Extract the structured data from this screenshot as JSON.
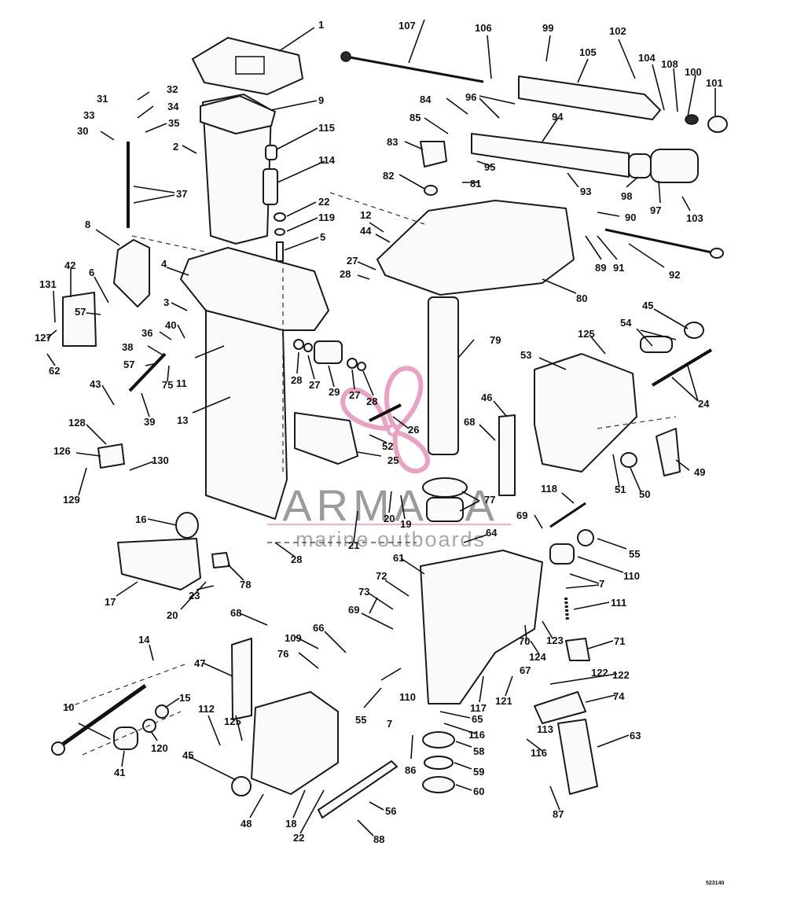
{
  "diagram": {
    "figure_id": "523140",
    "watermark": {
      "brand": "ARMADA",
      "tagline": "marine outboards",
      "logo_color": "#e48cb4"
    },
    "callouts": {
      "c1": "1",
      "c2": "2",
      "c3": "3",
      "c4": "4",
      "c5": "5",
      "c6": "6",
      "c7a": "7",
      "c7b": "7",
      "c8": "8",
      "c9": "9",
      "c10": "10",
      "c11": "11",
      "c12": "12",
      "c13": "13",
      "c14": "14",
      "c15": "15",
      "c16": "16",
      "c17": "17",
      "c18": "18",
      "c19": "19",
      "c20a": "20",
      "c20b": "20",
      "c21": "21",
      "c22a": "22",
      "c22b": "22",
      "c23": "23",
      "c24": "24",
      "c25": "25",
      "c26": "26",
      "c27a": "27",
      "c27b": "27",
      "c27c": "27",
      "c28a": "28",
      "c28b": "28",
      "c28c": "28",
      "c28d": "28",
      "c29": "29",
      "c30": "30",
      "c31": "31",
      "c32": "32",
      "c33": "33",
      "c34": "34",
      "c35": "35",
      "c36": "36",
      "c37": "37",
      "c38": "38",
      "c39": "39",
      "c40": "40",
      "c41": "41",
      "c42": "42",
      "c43": "43",
      "c44": "44",
      "c45a": "45",
      "c45b": "45",
      "c46": "46",
      "c47": "47",
      "c48": "48",
      "c49": "49",
      "c50": "50",
      "c51": "51",
      "c52": "52",
      "c53": "53",
      "c54": "54",
      "c55a": "55",
      "c55b": "55",
      "c56": "56",
      "c57a": "57",
      "c57b": "57",
      "c58": "58",
      "c59": "59",
      "c60": "60",
      "c61": "61",
      "c62": "62",
      "c63": "63",
      "c64": "64",
      "c65": "65",
      "c66": "66",
      "c67": "67",
      "c68a": "68",
      "c68b": "68",
      "c69a": "69",
      "c69b": "69",
      "c70": "70",
      "c71": "71",
      "c72": "72",
      "c73": "73",
      "c74": "74",
      "c75": "75",
      "c76": "76",
      "c77": "77",
      "c78": "78",
      "c79": "79",
      "c80": "80",
      "c81": "81",
      "c82": "82",
      "c83": "83",
      "c84": "84",
      "c85": "85",
      "c86": "86",
      "c87": "87",
      "c88": "88",
      "c89": "89",
      "c90": "90",
      "c91": "91",
      "c92": "92",
      "c93": "93",
      "c94": "94",
      "c95": "95",
      "c96": "96",
      "c97": "97",
      "c98": "98",
      "c99": "99",
      "c100": "100",
      "c101": "101",
      "c102": "102",
      "c103": "103",
      "c104": "104",
      "c105": "105",
      "c106": "106",
      "c107": "107",
      "c108": "108",
      "c109": "109",
      "c110a": "110",
      "c110b": "110",
      "c111": "111",
      "c112": "112",
      "c113": "113",
      "c114": "114",
      "c115": "115",
      "c116a": "116",
      "c116b": "116",
      "c117": "117",
      "c118": "118",
      "c119": "119",
      "c120": "120",
      "c121": "121",
      "c122a": "122",
      "c122b": "122",
      "c123": "123",
      "c124": "124",
      "c125a": "125",
      "c125b": "125",
      "c126": "126",
      "c127": "127",
      "c128": "128",
      "c129": "129",
      "c130": "130",
      "c131": "131"
    }
  }
}
